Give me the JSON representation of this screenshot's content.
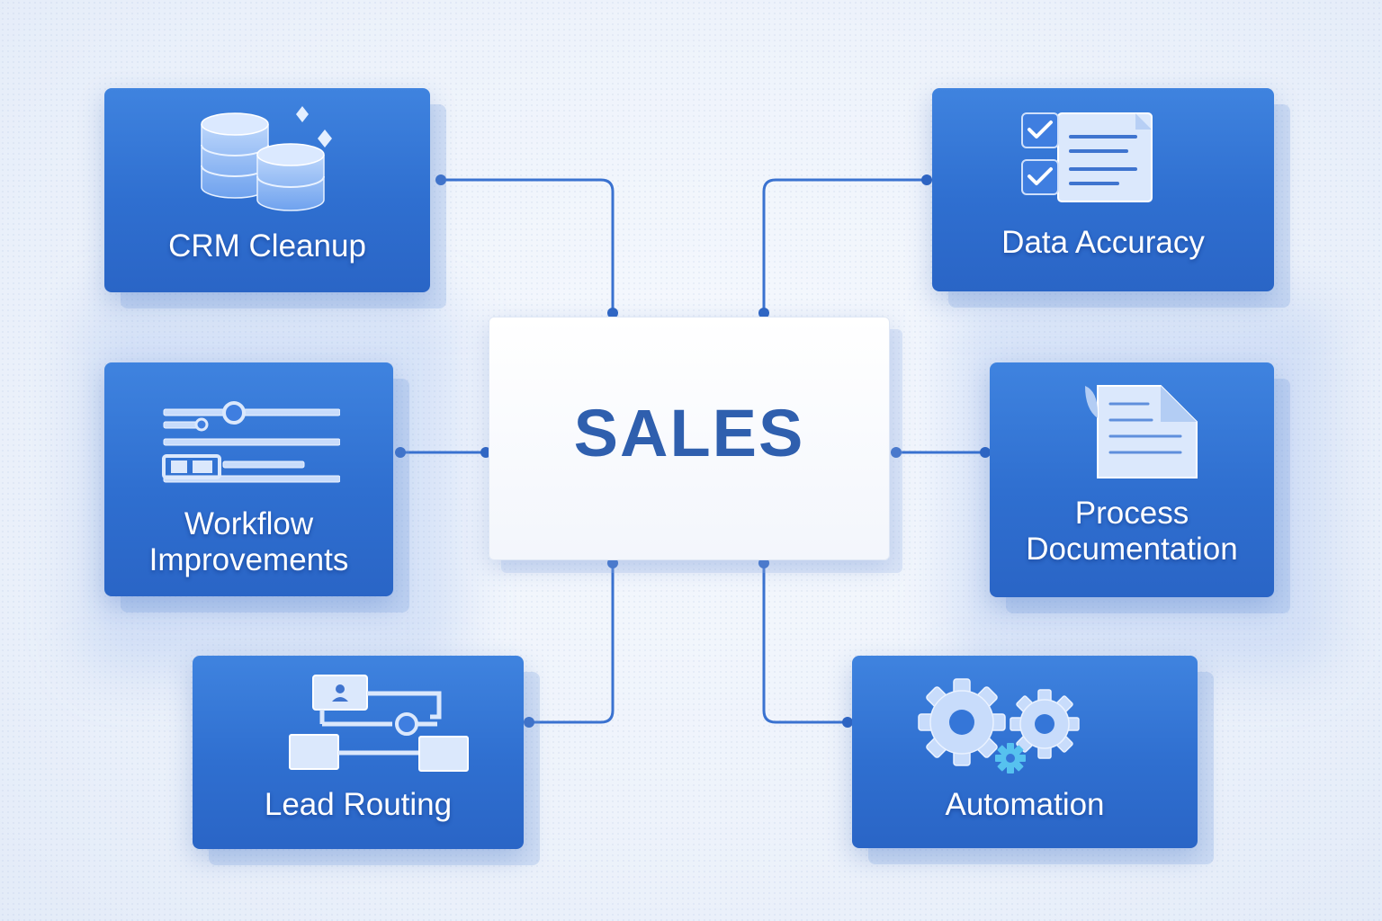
{
  "center": {
    "title": "SALES"
  },
  "nodes": [
    {
      "id": "crm",
      "label": "CRM Cleanup",
      "icon": "database-icon"
    },
    {
      "id": "data",
      "label": "Data Accuracy",
      "icon": "checklist-icon"
    },
    {
      "id": "workflow",
      "label": "Workflow\nImprovements",
      "icon": "sliders-icon"
    },
    {
      "id": "process",
      "label": "Process\nDocumentation",
      "icon": "document-icon"
    },
    {
      "id": "lead",
      "label": "Lead Routing",
      "icon": "routing-icon"
    },
    {
      "id": "automation",
      "label": "Automation",
      "icon": "gears-icon"
    }
  ],
  "colors": {
    "card": "#2f6fd0",
    "title": "#2f5fae",
    "connector": "#3a72d0",
    "background": "#eef3fb"
  }
}
